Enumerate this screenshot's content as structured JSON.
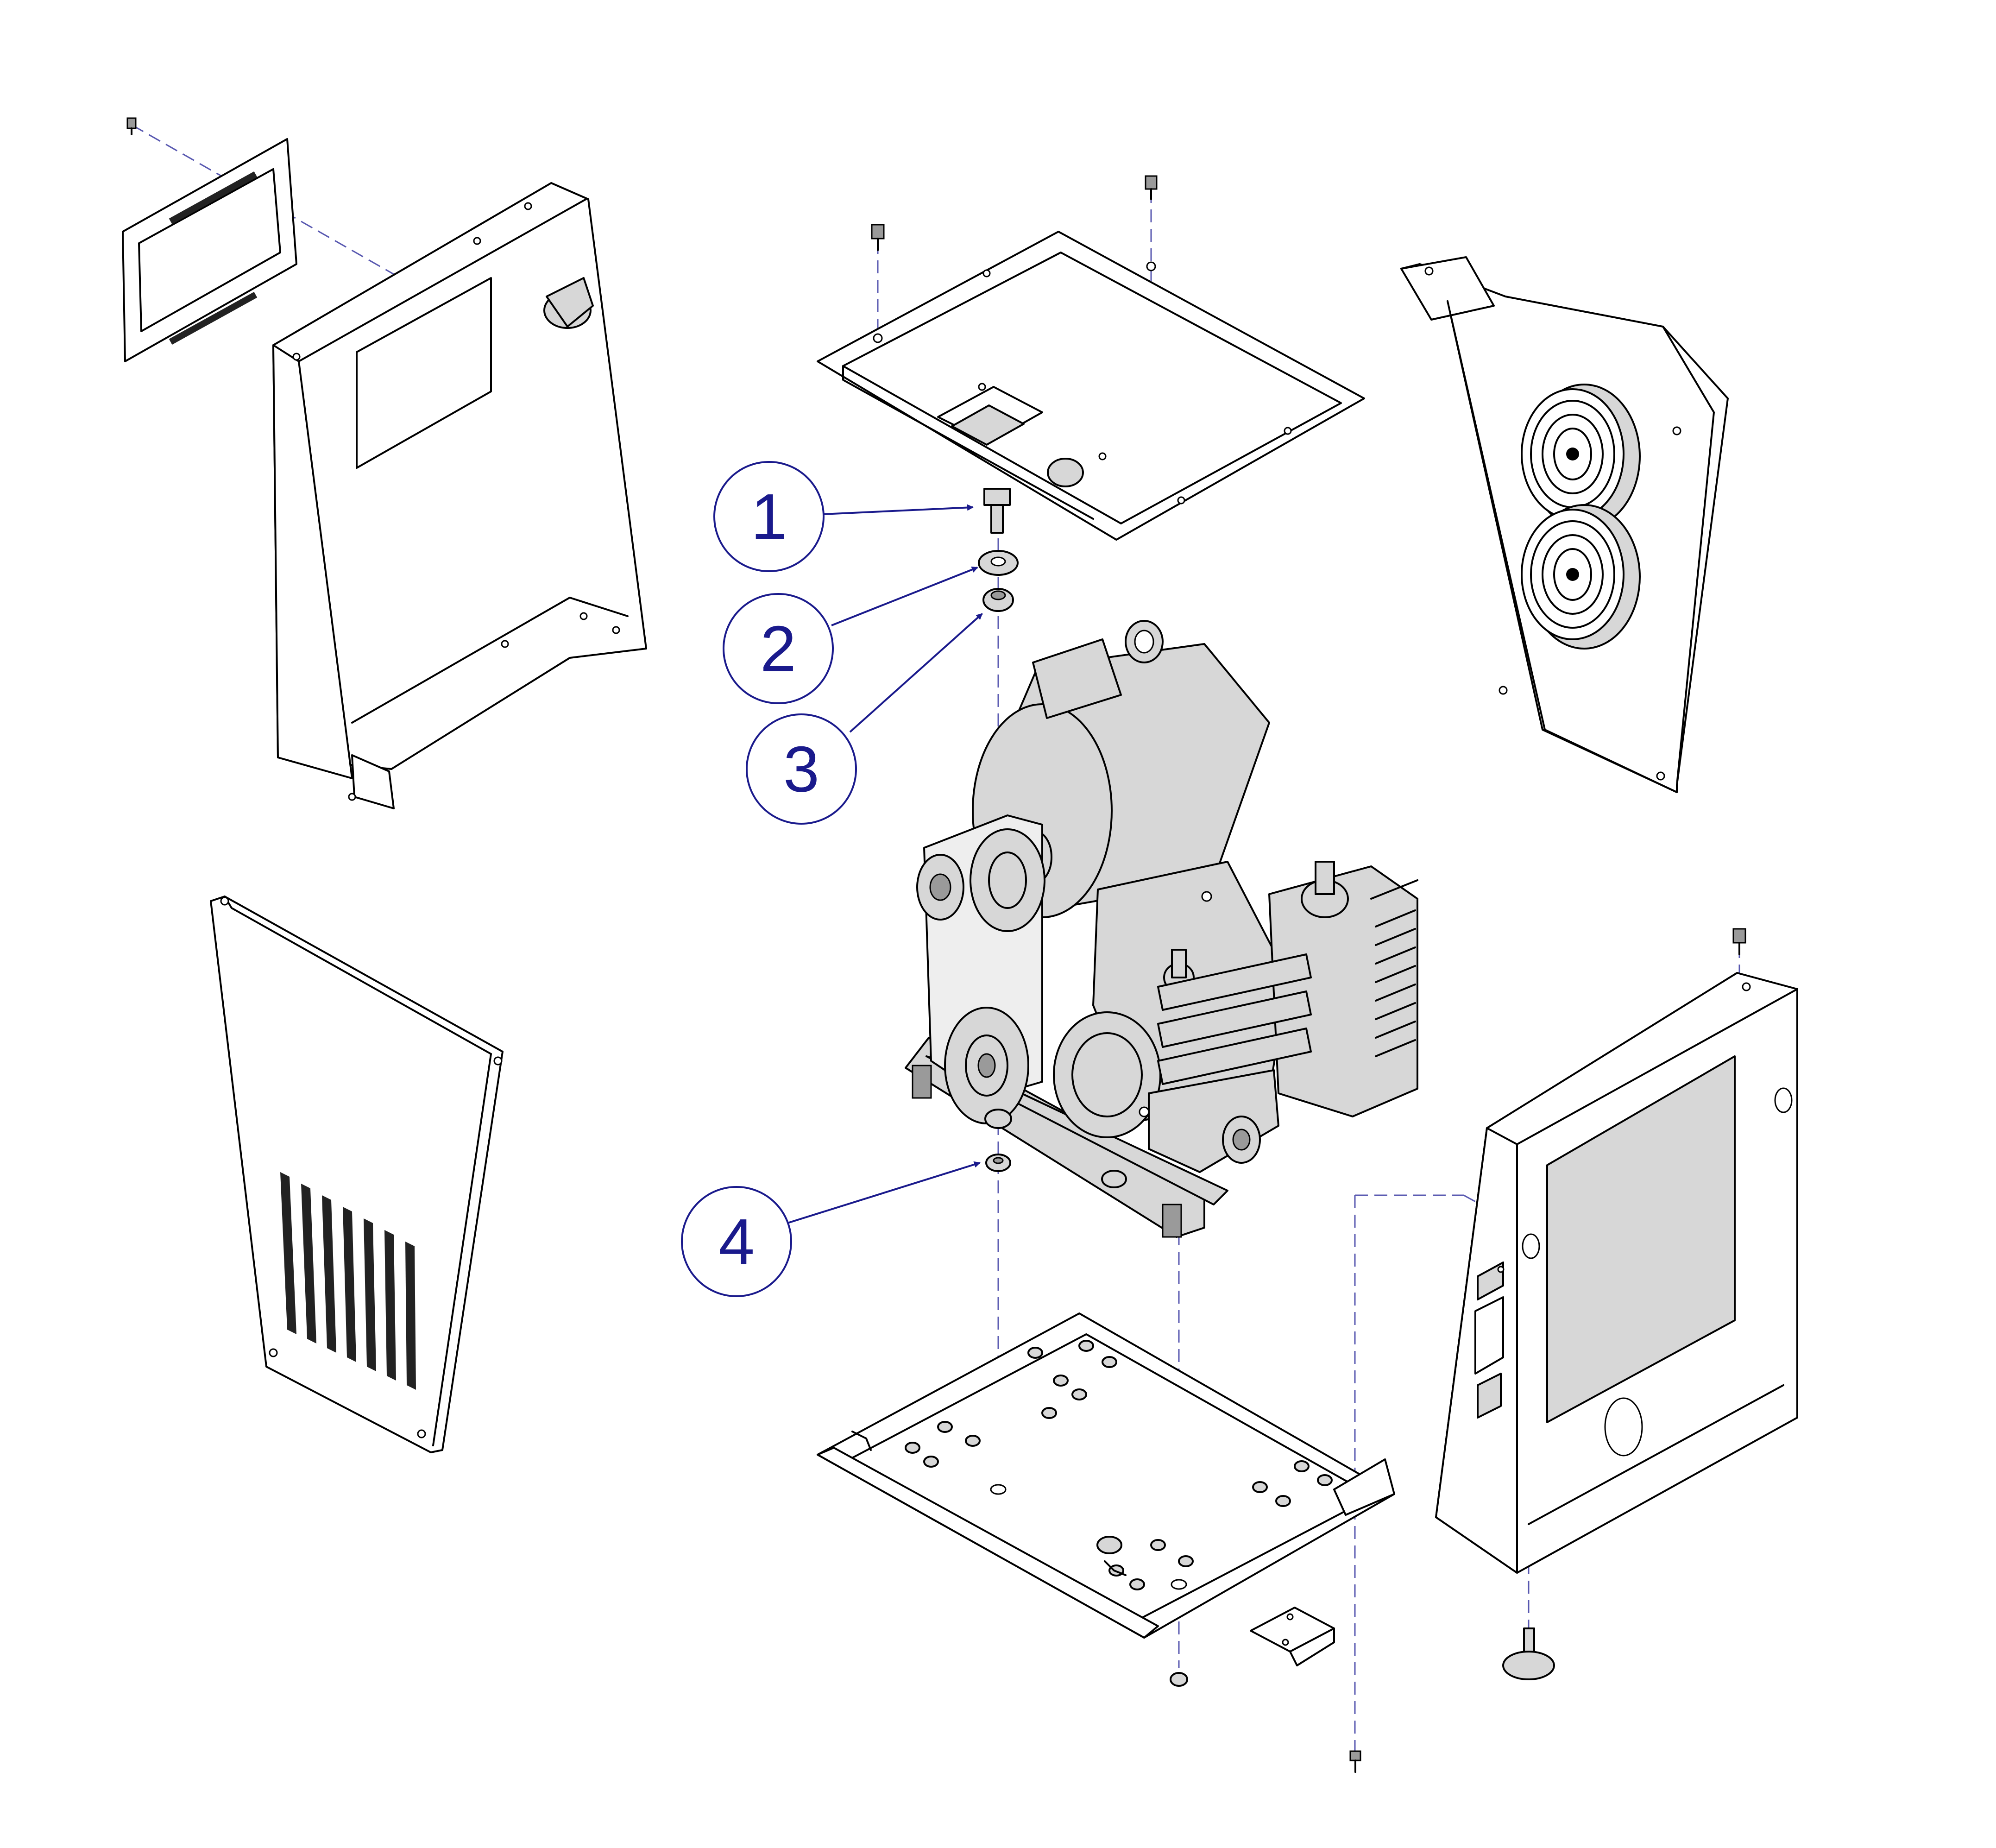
{
  "diagram": {
    "callouts": [
      {
        "label": "1"
      },
      {
        "label": "2"
      },
      {
        "label": "3"
      },
      {
        "label": "4"
      }
    ],
    "colors": {
      "callout": "#1a1a8c",
      "assembly_line": "#5858b0",
      "part_fill": "#d7d7d7",
      "outline": "#000000"
    },
    "icons": [
      "screw-icon",
      "washer-icon",
      "nut-icon",
      "fan-icon",
      "leveling-foot-icon"
    ]
  }
}
